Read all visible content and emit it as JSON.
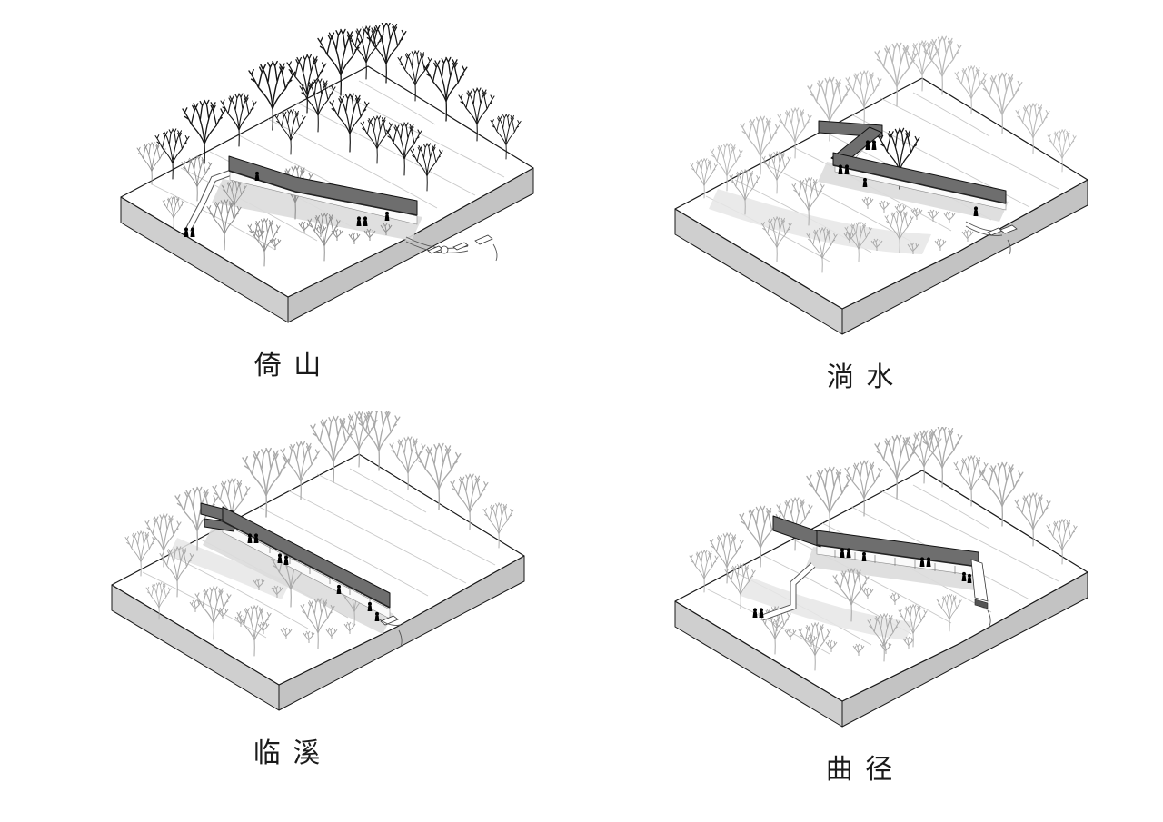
{
  "sheet": {
    "description_visible_text_only": true,
    "panels": [
      {
        "id": "yishan",
        "caption": "倚 山"
      },
      {
        "id": "tangshui",
        "caption": "淌 水"
      },
      {
        "id": "linxi",
        "caption": "临 溪"
      },
      {
        "id": "qujing",
        "caption": "曲 径"
      }
    ]
  },
  "panels": [
    {
      "caption": "倚 山"
    },
    {
      "caption": "淌 水"
    },
    {
      "caption": "临 溪"
    },
    {
      "caption": "曲 径"
    }
  ],
  "colors": {
    "background": "#ffffff",
    "ink": "#1a1a1a",
    "terrain_face": "#c3c3c3",
    "terrain_face_light": "#cfcfcf",
    "roof": "#6e6e6e",
    "terrace": "#dcdcdc",
    "meadow_shade": "#e6e6e6",
    "contour": "#c5c5c5",
    "tree_dark": "#161616",
    "tree_light": "#a9a9a9",
    "figure": "#000000"
  }
}
